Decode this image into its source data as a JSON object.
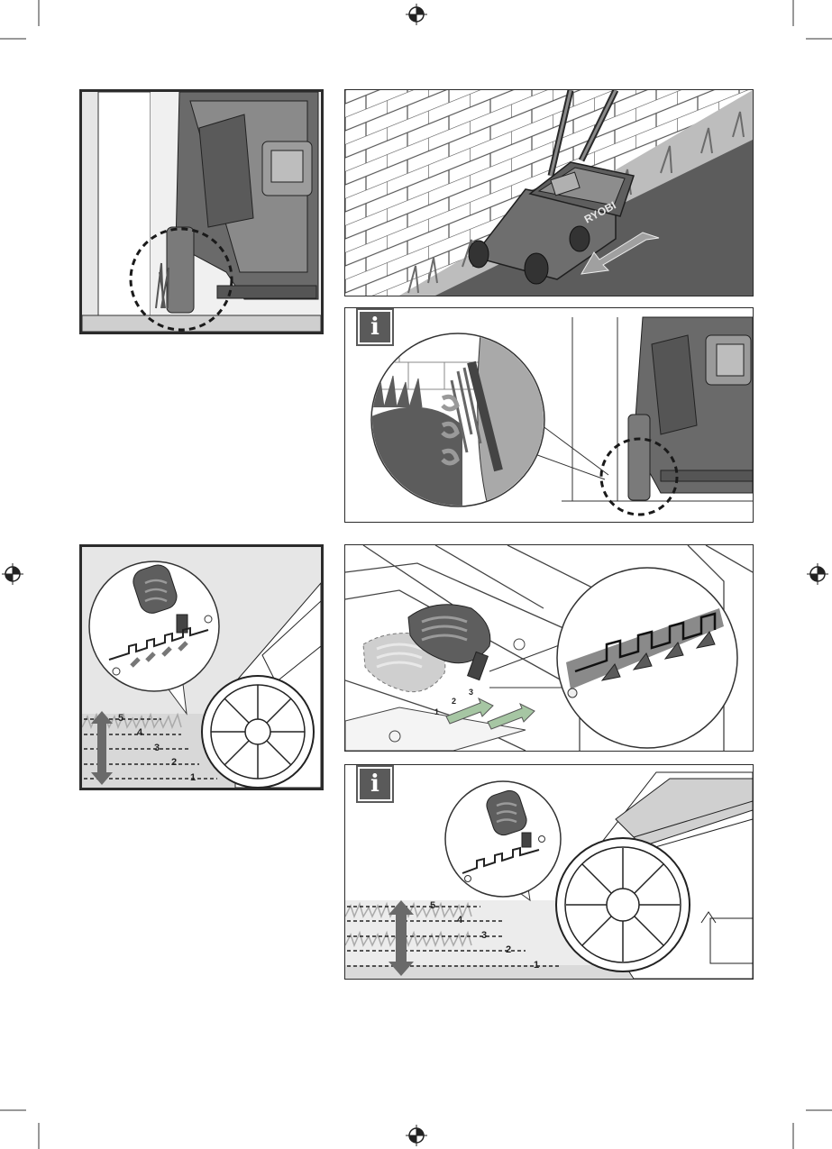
{
  "panels": {
    "p1": {
      "name": "wall-edge-closeup"
    },
    "p2": {
      "name": "mowing-along-wall",
      "brand": "RYOBI"
    },
    "p3": {
      "name": "grass-feed-info",
      "badge": "i"
    },
    "p4": {
      "name": "height-adjust-lever",
      "height_labels": [
        "5",
        "4",
        "3",
        "2",
        "1"
      ]
    },
    "p5": {
      "name": "lever-detail",
      "lever_numbers": [
        "1",
        "2",
        "3"
      ]
    },
    "p6": {
      "name": "height-adjust-info",
      "badge": "i",
      "height_labels": [
        "5",
        "4",
        "3",
        "2",
        "1"
      ]
    }
  },
  "colors": {
    "frame": "#2b2b2b",
    "grass_dark": "#5c5c5c",
    "grass_light": "#b5b5b5",
    "wall": "#ffffff",
    "highlight": "#8a8a8a",
    "accent_green": "#b6d0b3"
  }
}
